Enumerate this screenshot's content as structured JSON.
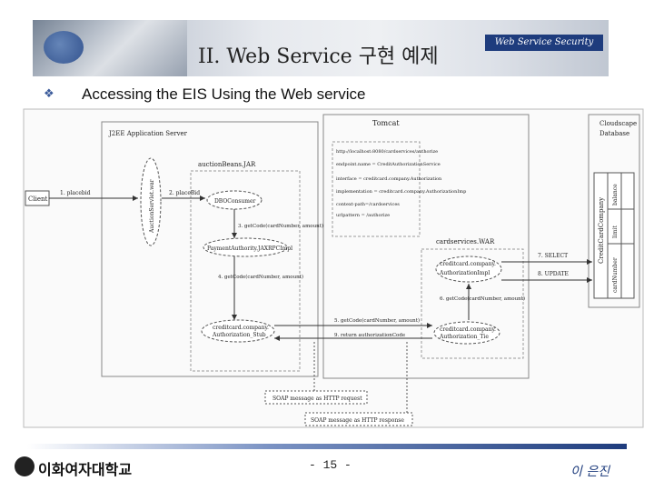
{
  "slide": {
    "title": "II. Web Service 구현 예제",
    "section_label": "Web Service Security",
    "bullet": "Accessing the EIS Using the Web service",
    "page_number": "- 15 -",
    "university": "이화여자대학교",
    "author": "이 은진"
  },
  "diagram": {
    "tomcat": "Tomcat",
    "j2ee_server": "J2EE Application Server",
    "cloudscape": "Cloudscape",
    "database": "Database",
    "client": "Client",
    "auction_jar": "auctionBeans.JAR",
    "auction_servlet": "AuctionServlet.war",
    "place_bid_1": "1. placebid",
    "place_bid_2": "2. placeBid",
    "dbo_consumer": "DBOConsumer",
    "get_code_1": "3. getCode(cardNumber, amount)",
    "payment_proxy": "PaymentAuthority.JAXRPCImpl",
    "get_code_2": "4. getCode(cardNumber, amount)",
    "config_lines": [
      "http://localhost:8080/cardservices/authorize",
      "endpoint.name = CreditAuthorizationService",
      "interface = creditcard.company.Authorization",
      "implementation = creditcard.company.AuthorizationImp",
      "context-path=/cardservices",
      "urlpattern = /authorize"
    ],
    "card_war": "cardservices.WAR",
    "select_op": "7. SELECT",
    "update_op": "8. UPDATE",
    "authz_impl": [
      "creditcard.company.",
      "AuthorizationImpl"
    ],
    "get_code_3": "6. getCode(cardNumber, amount)",
    "get_code_5": "5. getCode(cardNumber, amount)",
    "return_auth": "9. return authorizationCode",
    "tie_box": [
      "creditcard.company.",
      "Authorization_Tie"
    ],
    "stub_box": [
      "creditcard.company.",
      "Authorization_Stub"
    ],
    "soap_request": "SOAP message as HTTP request",
    "soap_response": "SOAP message as HTTP response",
    "table_name": "CreditCardCompany",
    "columns": [
      "balance",
      "limit",
      "cardNumber"
    ]
  }
}
